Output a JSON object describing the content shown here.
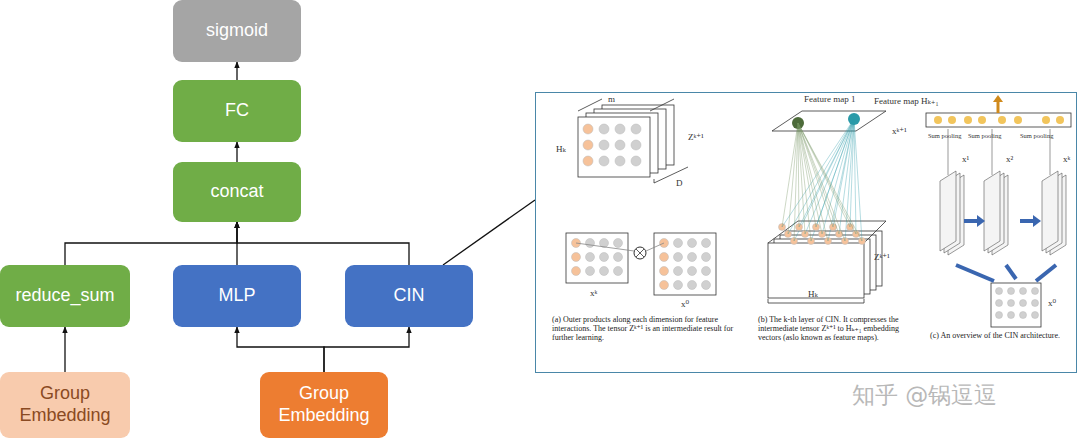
{
  "diagram": {
    "nodes": [
      {
        "text": [
          "sigmoid"
        ]
      },
      {
        "text": [
          "FC"
        ]
      },
      {
        "text": [
          "concat"
        ]
      },
      {
        "text": [
          "reduce_sum"
        ]
      },
      {
        "text": [
          "MLP"
        ]
      },
      {
        "text": [
          "CIN"
        ]
      },
      {
        "text": [
          "(a) Outer products along each dimension for feature interactions. The tensor Zᵏ⁺¹ is an intermediate result for further learning.",
          "(b) The k-th layer of CIN. It compresses the intermediate tensor Zᵏ⁺¹ to Hₖ₊₁ embedding vectors (aslo known as feature maps).",
          "(c) An overview of the CIN architecture."
        ]
      },
      {
        "text": [
          "Group Embedding"
        ]
      },
      {
        "text": [
          "Group Embedding"
        ]
      }
    ],
    "edges": [
      {
        "from": 7,
        "to": 3,
        "arrow": "to"
      },
      {
        "from": 8,
        "to": 4,
        "arrow": "to"
      },
      {
        "from": 8,
        "to": 5,
        "arrow": "to"
      },
      {
        "from": 3,
        "to": 2,
        "arrow": "to"
      },
      {
        "from": 4,
        "to": 2,
        "arrow": "to"
      },
      {
        "from": 5,
        "to": 2,
        "arrow": "to"
      },
      {
        "from": 2,
        "to": 1,
        "arrow": "to"
      },
      {
        "from": 1,
        "to": 0,
        "arrow": "to"
      },
      {
        "from": 5,
        "to": 6,
        "arrow": "none"
      }
    ],
    "labels": [
      "m",
      "Hₖ",
      "Zᵏ⁺¹",
      "D",
      "xᵏ",
      "x⁰",
      "Feature map 1",
      "Feature map Hₖ₊₁",
      "xᵏ⁺¹",
      "Zᵏ⁺¹",
      "Hₖ",
      "Sum pooling",
      "Sum pooling",
      "Sum pooling",
      "x¹",
      "x²",
      "xᵏ",
      "x⁰",
      "知乎 @锅逗逗"
    ]
  }
}
